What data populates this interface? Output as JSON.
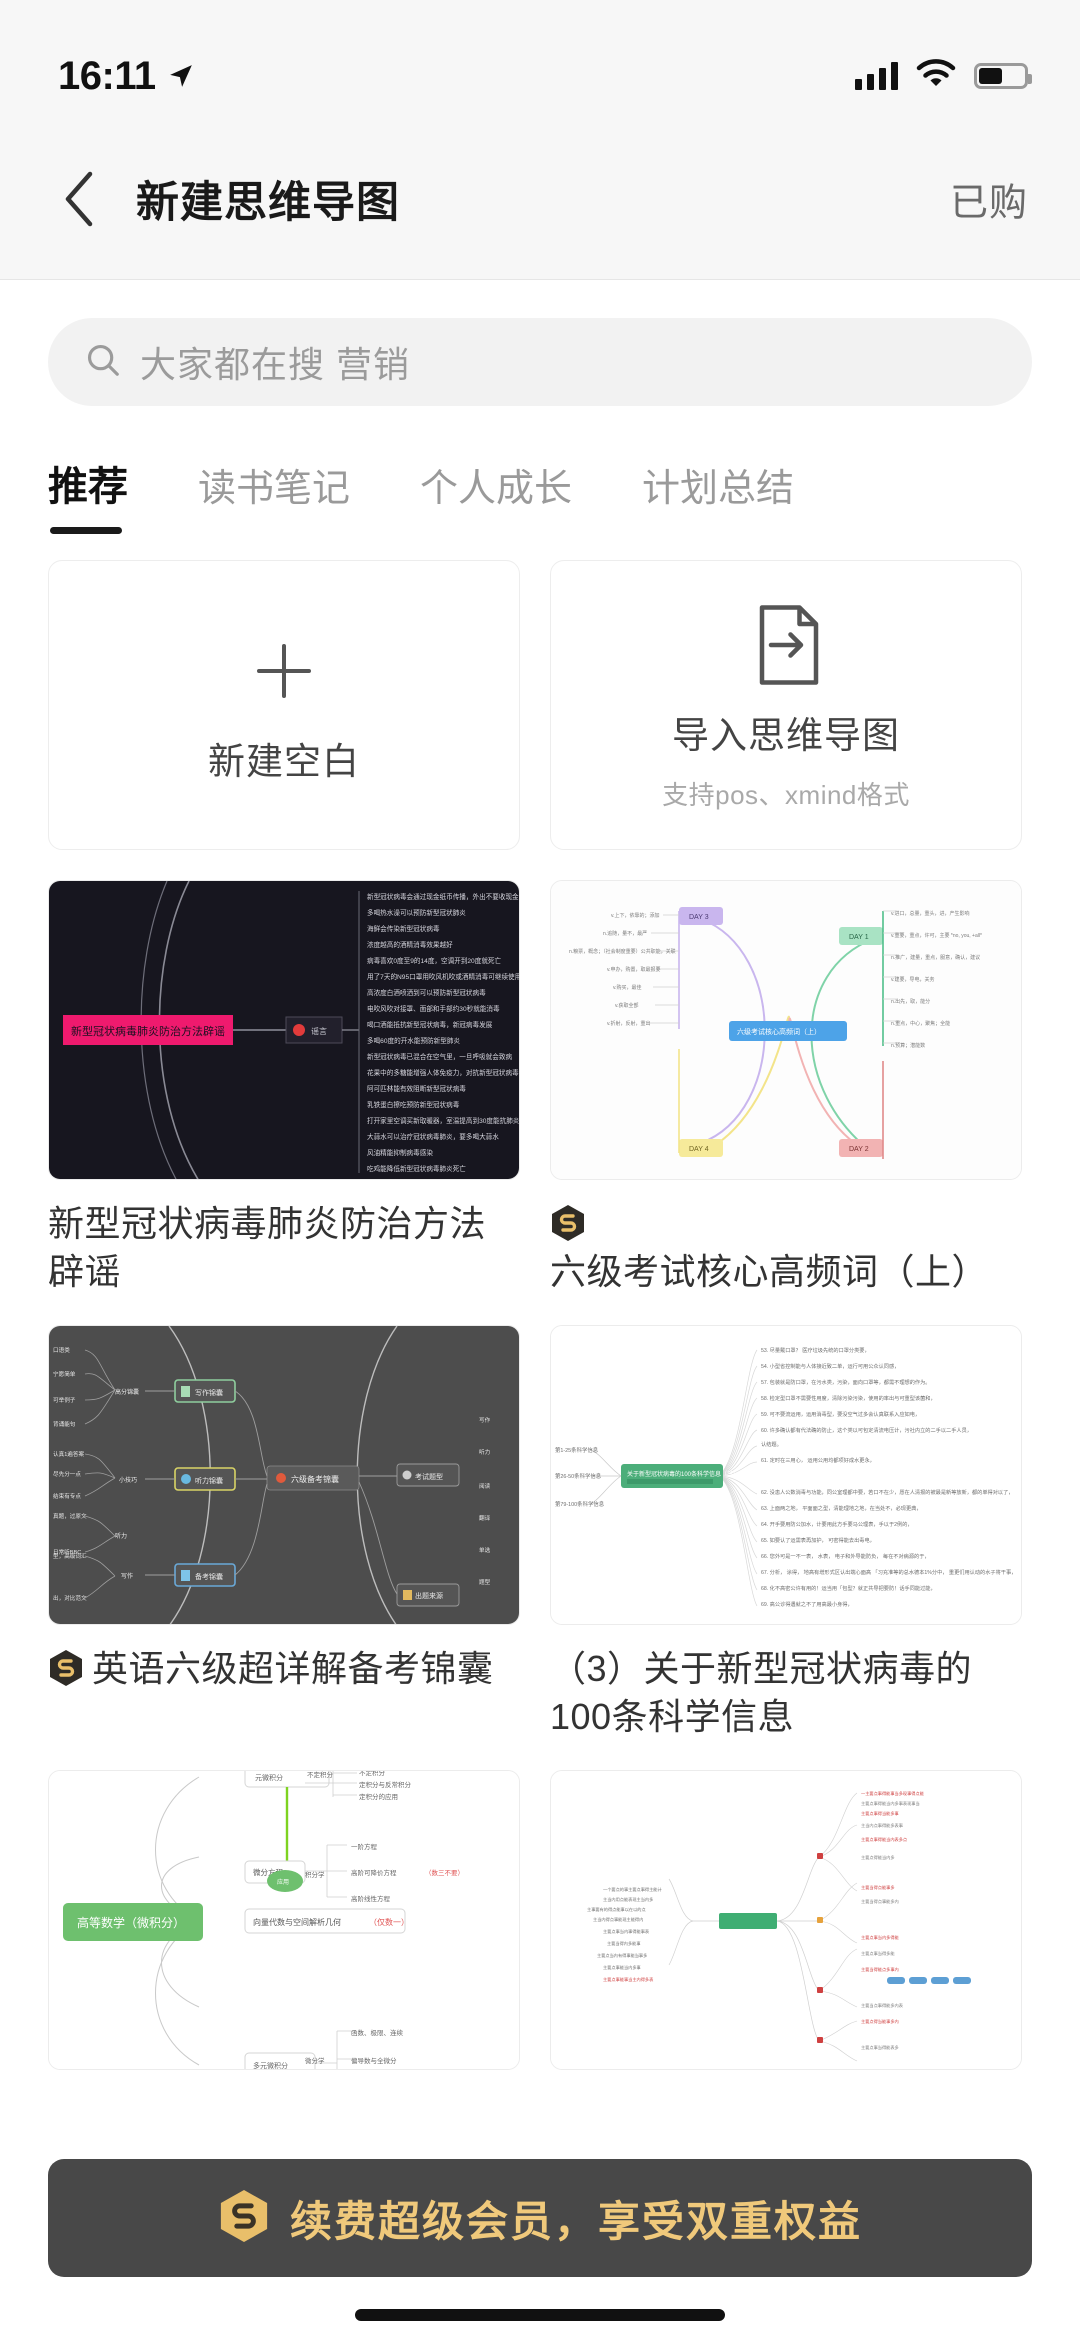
{
  "status_bar": {
    "time": "16:11",
    "location_icon": "location-arrow-icon",
    "signal_icon": "cellular-signal-icon",
    "wifi_icon": "wifi-icon",
    "battery_icon": "battery-icon",
    "battery_level": "52%"
  },
  "nav": {
    "back_icon": "chevron-left-icon",
    "title": "新建思维导图",
    "action_label": "已购"
  },
  "search": {
    "icon": "search-icon",
    "placeholder": "大家都在搜 营销"
  },
  "tabs": [
    {
      "label": "推荐",
      "active": true
    },
    {
      "label": "读书笔记",
      "active": false
    },
    {
      "label": "个人成长",
      "active": false
    },
    {
      "label": "计划总结",
      "active": false
    }
  ],
  "actions": [
    {
      "icon": "plus-icon",
      "label": "新建空白",
      "sub": ""
    },
    {
      "icon": "import-file-icon",
      "label": "导入思维导图",
      "sub": "支持pos、xmind格式"
    }
  ],
  "templates": [
    {
      "title": "新型冠状病毒肺炎防治方法辟谣",
      "premium": false,
      "thumb_style": "dark-navy",
      "node_label": "新型冠状病毒肺炎防治方法辟谣",
      "node_color": "#ef1a6e",
      "bg_color": "#17161f"
    },
    {
      "title": "六级考试核心高频词（上）",
      "premium": true,
      "thumb_style": "light-days",
      "node_label": "六级考试核心高频词（上）",
      "node_color": "#4da3e8",
      "bg_color": "#fdfdfd",
      "day_nodes": [
        {
          "label": "DAY 3",
          "color": "#c9b6ee"
        },
        {
          "label": "DAY 1",
          "color": "#a9e3c4"
        },
        {
          "label": "DAY 4",
          "color": "#f6ea9a"
        },
        {
          "label": "DAY 2",
          "color": "#f2b3b3"
        }
      ]
    },
    {
      "title": "英语六级超详解备考锦囊",
      "premium": true,
      "thumb_style": "dark-gray",
      "node_label": "六级备考锦囊",
      "node_color": "#4a4a4a",
      "bg_color": "#4d4d4d",
      "sub_nodes": [
        {
          "label": "写作锦囊",
          "color": "#8fcf9e"
        },
        {
          "label": "听力锦囊",
          "color": "#d9d466"
        },
        {
          "label": "备考锦囊",
          "color": "#6aa9d8"
        },
        {
          "label": "考试题型",
          "color": "#9a9a9a"
        },
        {
          "label": "出题来源",
          "color": "#9a9a9a"
        }
      ]
    },
    {
      "title": "（3）关于新型冠状病毒的100条科学信息",
      "premium": false,
      "thumb_style": "white-green",
      "node_label": "关于新型冠状病毒的100条科学信息（三）",
      "node_color": "#4cae7a",
      "bg_color": "#ffffff"
    },
    {
      "title": "",
      "premium": false,
      "thumb_style": "white-math",
      "node_label": "高等数学（微积分）",
      "node_color": "#6ec06e",
      "bg_color": "#ffffff"
    },
    {
      "title": "",
      "premium": false,
      "thumb_style": "white-dense",
      "node_label": "",
      "node_color": "#3fae73",
      "bg_color": "#ffffff"
    }
  ],
  "banner": {
    "icon": "hexagon-s-icon",
    "text": "续费超级会员，享受双重权益",
    "bg_color": "#484848",
    "text_color": "#f0c97b"
  }
}
